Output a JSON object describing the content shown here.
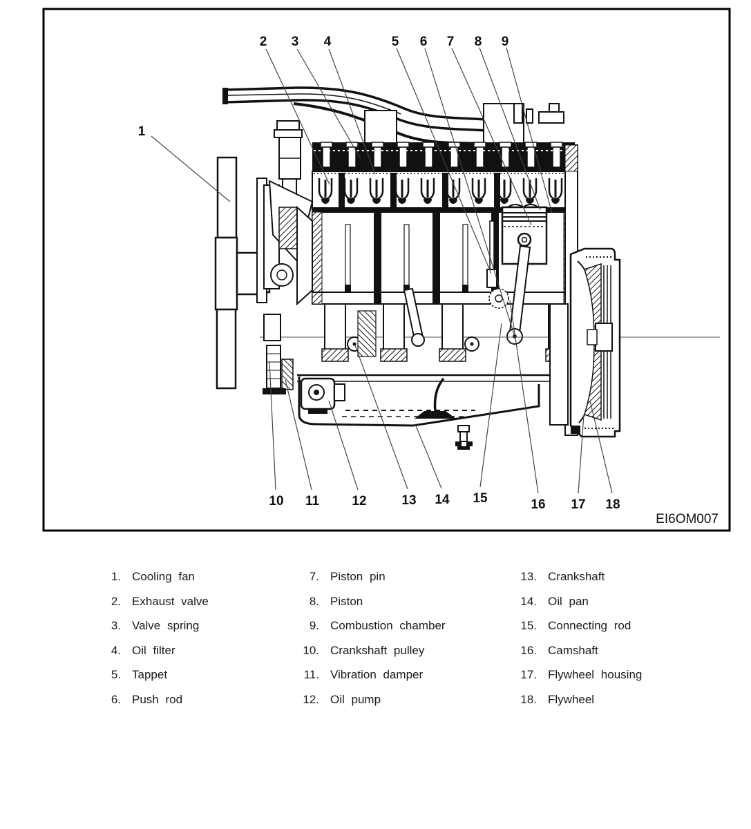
{
  "figure": {
    "code": "EI6OM007",
    "callouts": [
      "1",
      "2",
      "3",
      "4",
      "5",
      "6",
      "7",
      "8",
      "9",
      "10",
      "11",
      "12",
      "13",
      "14",
      "15",
      "16",
      "17",
      "18"
    ]
  },
  "legend": {
    "items": [
      {
        "num": "1.",
        "label": "Cooling fan"
      },
      {
        "num": "2.",
        "label": "Exhaust valve"
      },
      {
        "num": "3.",
        "label": "Valve spring"
      },
      {
        "num": "4.",
        "label": "Oil filter"
      },
      {
        "num": "5.",
        "label": "Tappet"
      },
      {
        "num": "6.",
        "label": "Push rod"
      },
      {
        "num": "7.",
        "label": "Piston pin"
      },
      {
        "num": "8.",
        "label": "Piston"
      },
      {
        "num": "9.",
        "label": "Combustion chamber"
      },
      {
        "num": "10.",
        "label": "Crankshaft pulley"
      },
      {
        "num": "11.",
        "label": "Vibration damper"
      },
      {
        "num": "12.",
        "label": "Oil pump"
      },
      {
        "num": "13.",
        "label": "Crankshaft"
      },
      {
        "num": "14.",
        "label": "Oil pan"
      },
      {
        "num": "15.",
        "label": "Connecting rod"
      },
      {
        "num": "16.",
        "label": "Camshaft"
      },
      {
        "num": "17.",
        "label": "Flywheel housing"
      },
      {
        "num": "18.",
        "label": "Flywheel"
      }
    ]
  }
}
